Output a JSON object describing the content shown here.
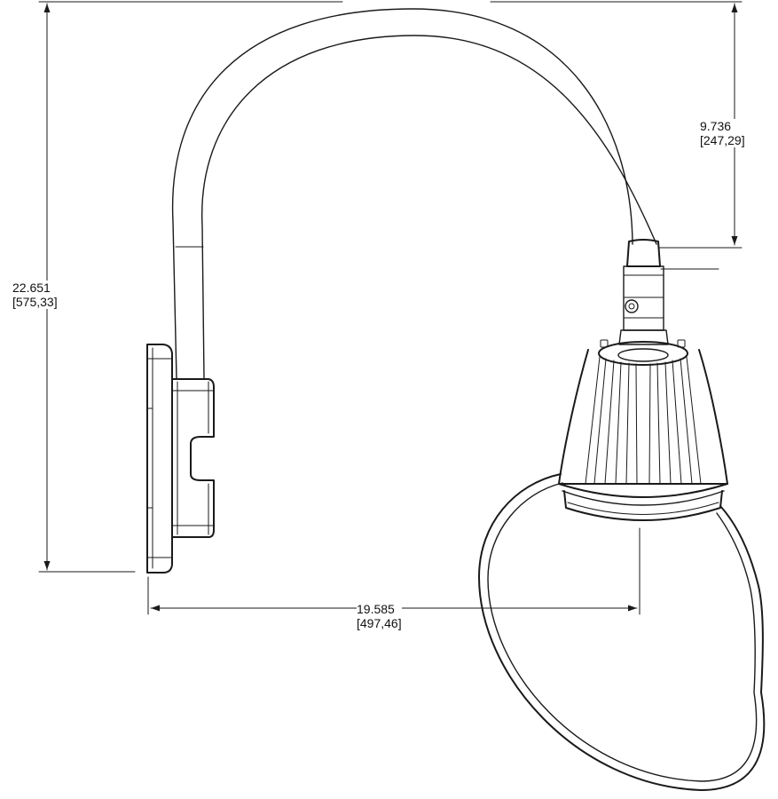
{
  "dimensions": {
    "height_total": {
      "inches": "22.651",
      "mm": "[575,33]"
    },
    "arm_drop": {
      "inches": "9.736",
      "mm": "[247,29]"
    },
    "projection": {
      "inches": "19.585",
      "mm": "[497,46]"
    }
  },
  "colors": {
    "line": "#1a1a1a",
    "background": "#ffffff"
  }
}
